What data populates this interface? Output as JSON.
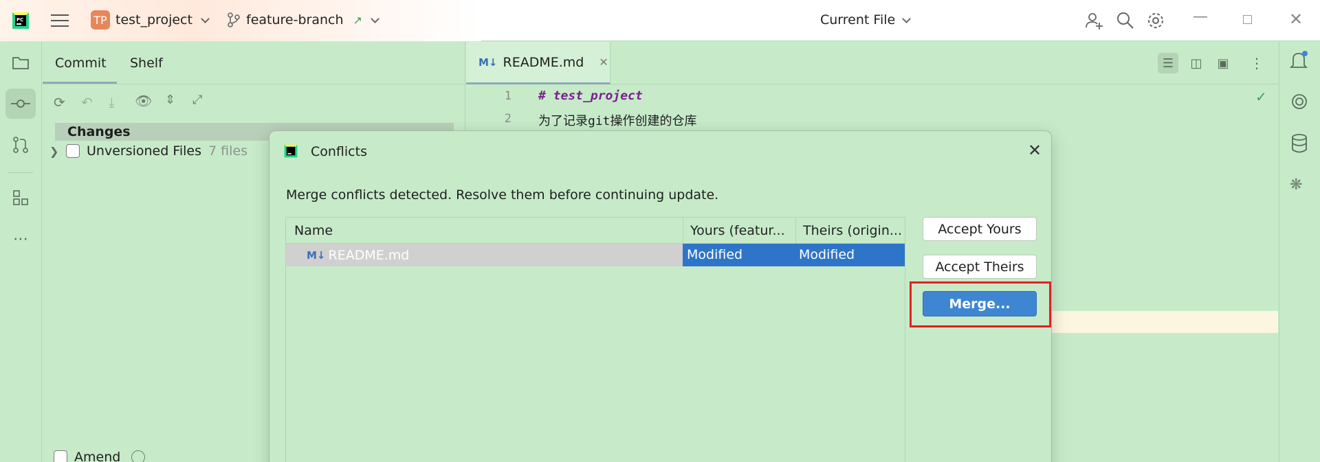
{
  "titlebar": {
    "project_badge": "TP",
    "project_name": "test_project",
    "branch_name": "feature-branch",
    "run_config": "Current File"
  },
  "commit_panel": {
    "tabs": [
      "Commit",
      "Shelf"
    ],
    "changes_header": "Changes",
    "unversioned_label": "Unversioned Files",
    "unversioned_count": "7 files",
    "amend_label": "Amend"
  },
  "editor": {
    "tab_icon": "M↓",
    "tab_label": "README.md",
    "lines": [
      {
        "num": "1",
        "text": "# test_project"
      },
      {
        "num": "2",
        "text": "为了记录git操作创建的仓库"
      }
    ]
  },
  "dialog": {
    "title": "Conflicts",
    "message": "Merge conflicts detected. Resolve them before continuing update.",
    "columns": [
      "Name",
      "Yours (featur...",
      "Theirs (origin..."
    ],
    "rows": [
      {
        "icon": "M↓",
        "name": "README.md",
        "yours": "Modified",
        "theirs": "Modified"
      }
    ],
    "buttons": {
      "accept_yours": "Accept Yours",
      "accept_theirs": "Accept Theirs",
      "merge": "Merge..."
    }
  },
  "colors": {
    "panel_bg": "#c7ebc9",
    "selection_blue": "#2e75c9",
    "primary_button": "#3f86d2",
    "highlight_red": "#e02020",
    "project_badge": "#e8865a",
    "keyword_purple": "#7a1f8f"
  }
}
